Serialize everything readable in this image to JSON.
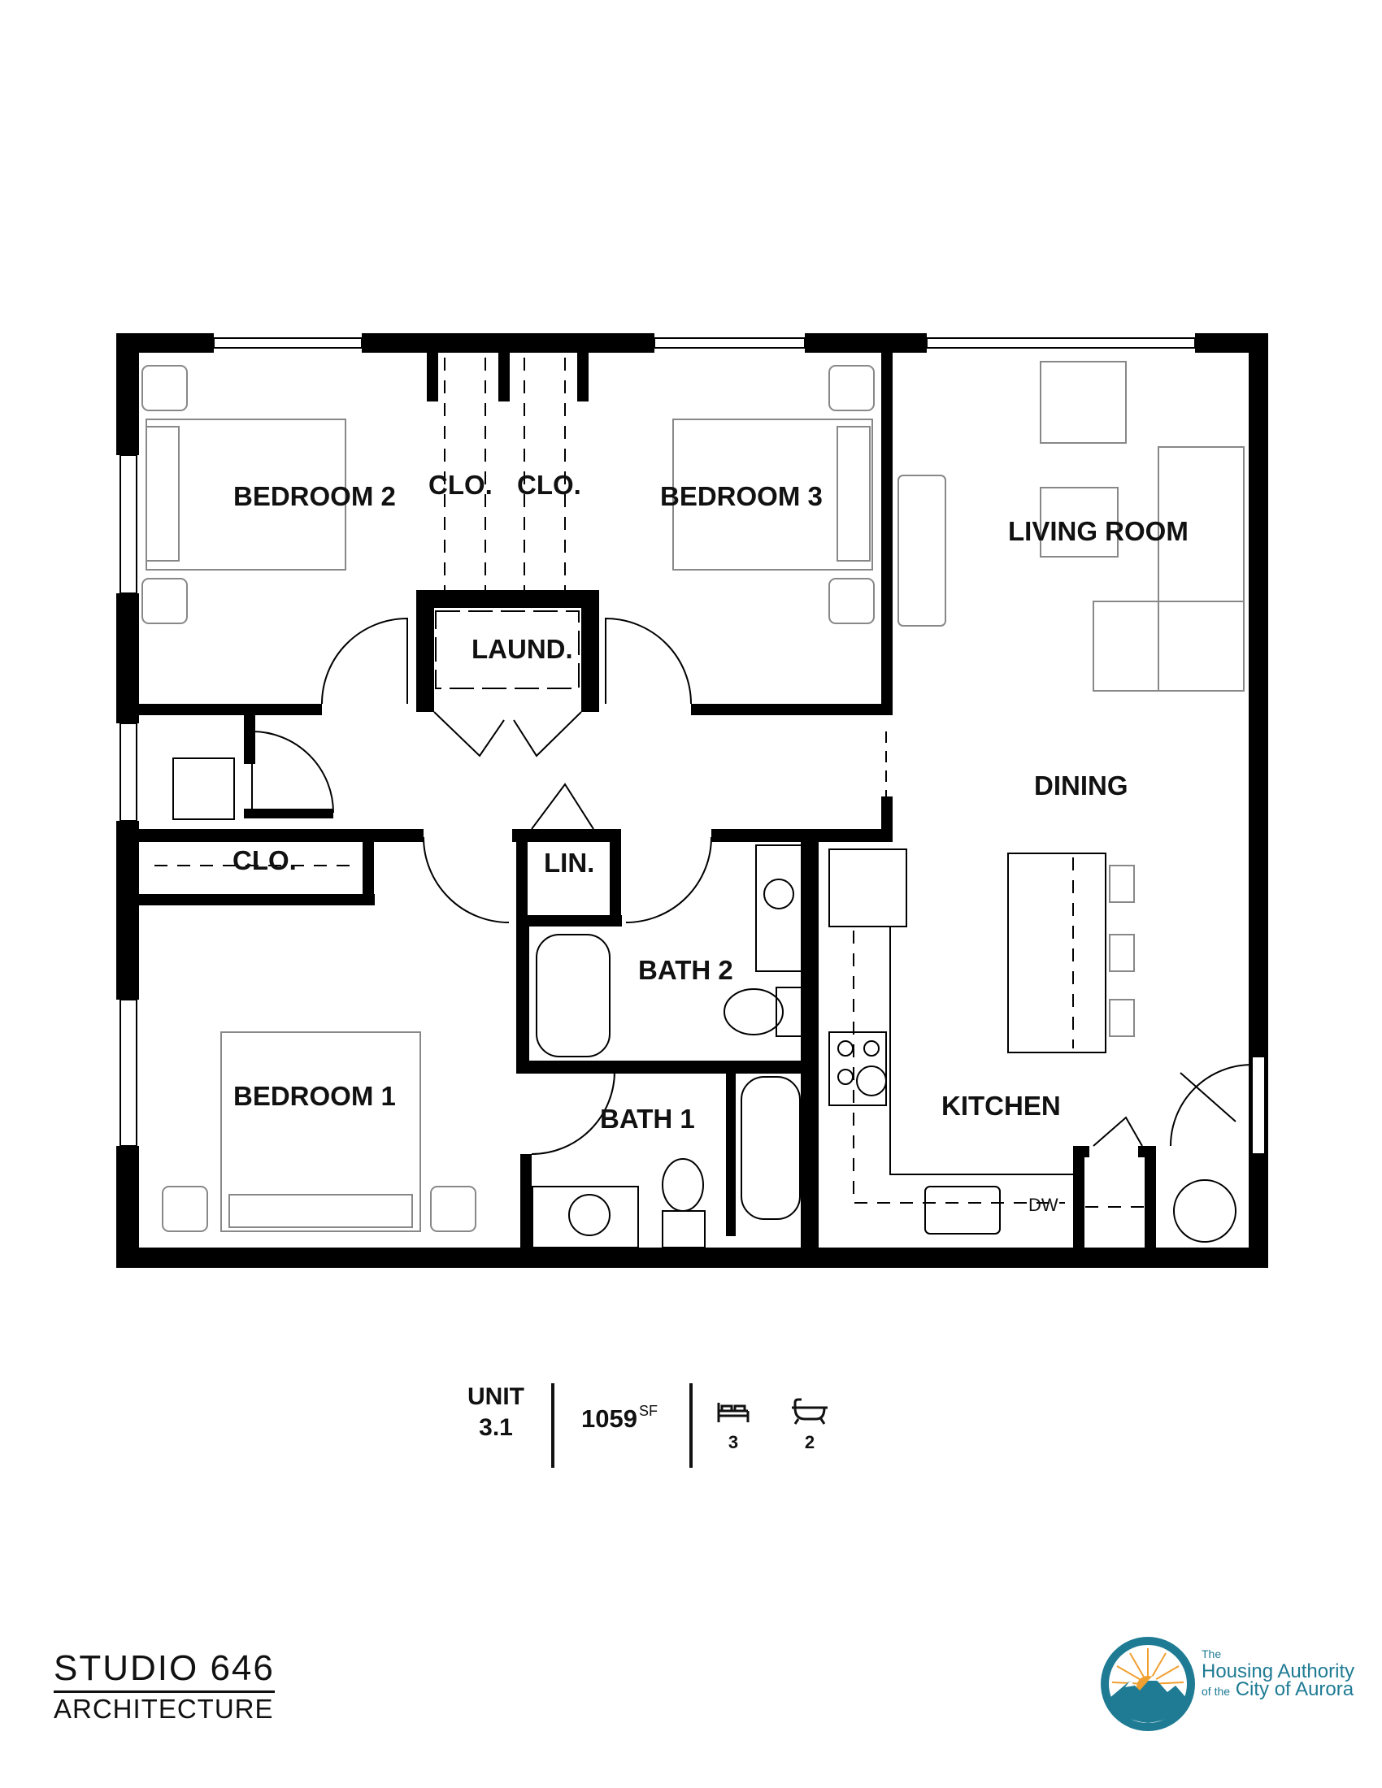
{
  "rooms": {
    "bedroom2": "BEDROOM 2",
    "closet_a": "CLO.",
    "closet_b": "CLO.",
    "bedroom3": "BEDROOM 3",
    "living": "LIVING ROOM",
    "laundry": "LAUND.",
    "dining": "DINING",
    "closet_c": "CLO.",
    "linen": "LIN.",
    "bath2": "BATH 2",
    "bedroom1": "BEDROOM 1",
    "bath1": "BATH 1",
    "kitchen": "KITCHEN",
    "dishwasher": "DW"
  },
  "footer": {
    "unit_label": "UNIT",
    "unit_number": "3.1",
    "area_value": "1059",
    "area_unit": "SF",
    "bedrooms": "3",
    "bathrooms": "2",
    "bed_icon": "bed-icon",
    "bath_icon": "bathtub-icon"
  },
  "branding": {
    "studio_line1": "STUDIO 646",
    "studio_line2": "ARCHITECTURE",
    "housing_the": "The",
    "housing_line1": "Housing Authority",
    "housing_of": "of the",
    "housing_line2": "City of Aurora",
    "brand_color": "#1f7b94",
    "sun_color": "#f0a030"
  }
}
